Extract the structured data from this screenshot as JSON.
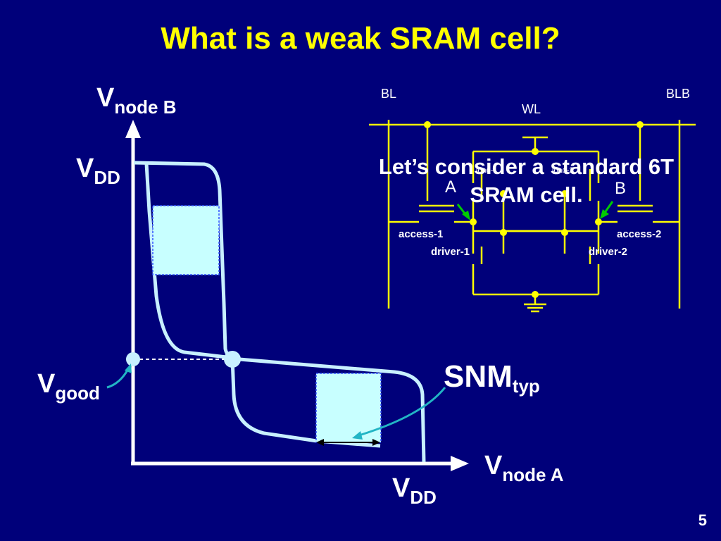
{
  "slide": {
    "title": "What is a weak SRAM cell?",
    "page_number": "5"
  },
  "butterfly": {
    "y_axis_label": {
      "main": "V",
      "sub": "node B"
    },
    "x_axis_label": {
      "main": "V",
      "sub": "node A"
    },
    "vdd_y": {
      "main": "V",
      "sub": "DD"
    },
    "vdd_x": {
      "main": "V",
      "sub": "DD"
    },
    "vgood": {
      "main": "V",
      "sub": "good"
    },
    "snm": {
      "main": "SNM",
      "sub": "typ"
    }
  },
  "circuit": {
    "bl": "BL",
    "blb": "BLB",
    "wl": "WL",
    "node_a": "A",
    "node_b": "B",
    "load_1": "load-1",
    "load_2": "load-2",
    "access_1": "access-1",
    "access_2": "access-2",
    "driver_1": "driver-1",
    "driver_2": "driver-2",
    "caption": "Let’s consider a standard 6T SRAM cell."
  },
  "colors": {
    "background": "#00007a",
    "title": "#ffff00",
    "curve": "#c8f0ff",
    "circuit_wire": "#ffff00",
    "arrow_green": "#00cc00",
    "arrow_teal": "#22b5c5",
    "box_fill": "#c8ffff"
  }
}
